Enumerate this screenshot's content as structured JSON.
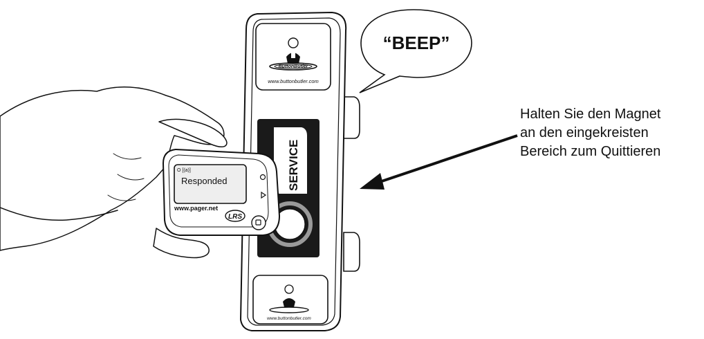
{
  "speech_bubble": {
    "text": "“BEEP”"
  },
  "device": {
    "logo_top_url": "www.buttonbutler.com",
    "logo_bottom_url": "www.buttonbutler.com",
    "logo_wordmark": "ButtonButler",
    "service_label": "SERVICE"
  },
  "pager": {
    "display_text": "Responded",
    "url": "www.pager.net",
    "brand": "LRS",
    "status_indicator": "O [(a)]"
  },
  "instruction": {
    "lines": [
      "Halten Sie den Magnet",
      "an den eingekreisten",
      "Bereich zum Quittieren"
    ]
  },
  "colors": {
    "outline": "#111111",
    "panel_dark": "#1a1a1a",
    "ring": "#9a9a9a",
    "screen": "#eeeeee"
  },
  "icons": [
    "butler-logo-icon",
    "arrow-icon",
    "up-triangle-icon",
    "circle-button-icon",
    "square-button-icon"
  ]
}
